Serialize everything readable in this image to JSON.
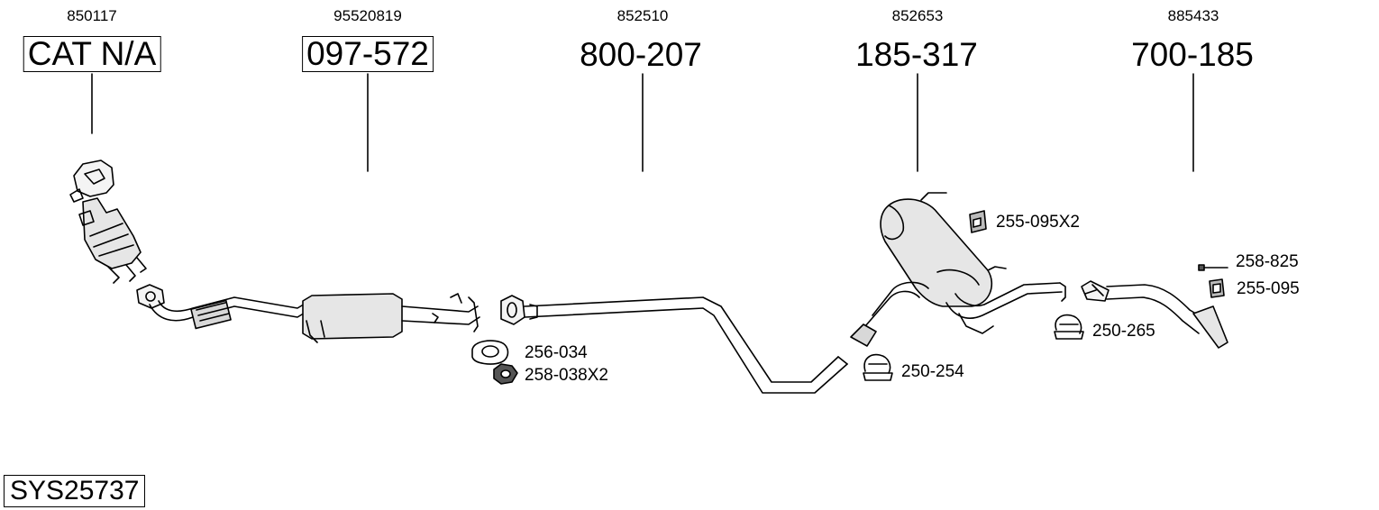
{
  "parts": [
    {
      "id": "catalyst",
      "oem": "850117",
      "part_number": "CAT N/A",
      "boxed": true
    },
    {
      "id": "front-pipe",
      "oem": "95520819",
      "part_number": "097-572",
      "boxed": true
    },
    {
      "id": "middle-pipe",
      "oem": "852510",
      "part_number": "800-207",
      "boxed": false
    },
    {
      "id": "middle-silencer",
      "oem": "852653",
      "part_number": "185-317",
      "boxed": false
    },
    {
      "id": "tail-pipe",
      "oem": "885433",
      "part_number": "700-185",
      "boxed": false
    }
  ],
  "accessories": [
    {
      "id": "gasket",
      "label": "256-034"
    },
    {
      "id": "nut",
      "label": "258-038X2"
    },
    {
      "id": "rubber-mount-a",
      "label": "255-095X2"
    },
    {
      "id": "clamp-a",
      "label": "250-254"
    },
    {
      "id": "bolt",
      "label": "258-825"
    },
    {
      "id": "rubber-mount-b",
      "label": "255-095"
    },
    {
      "id": "clamp-b",
      "label": "250-265"
    }
  ],
  "system_code": "SYS25737"
}
